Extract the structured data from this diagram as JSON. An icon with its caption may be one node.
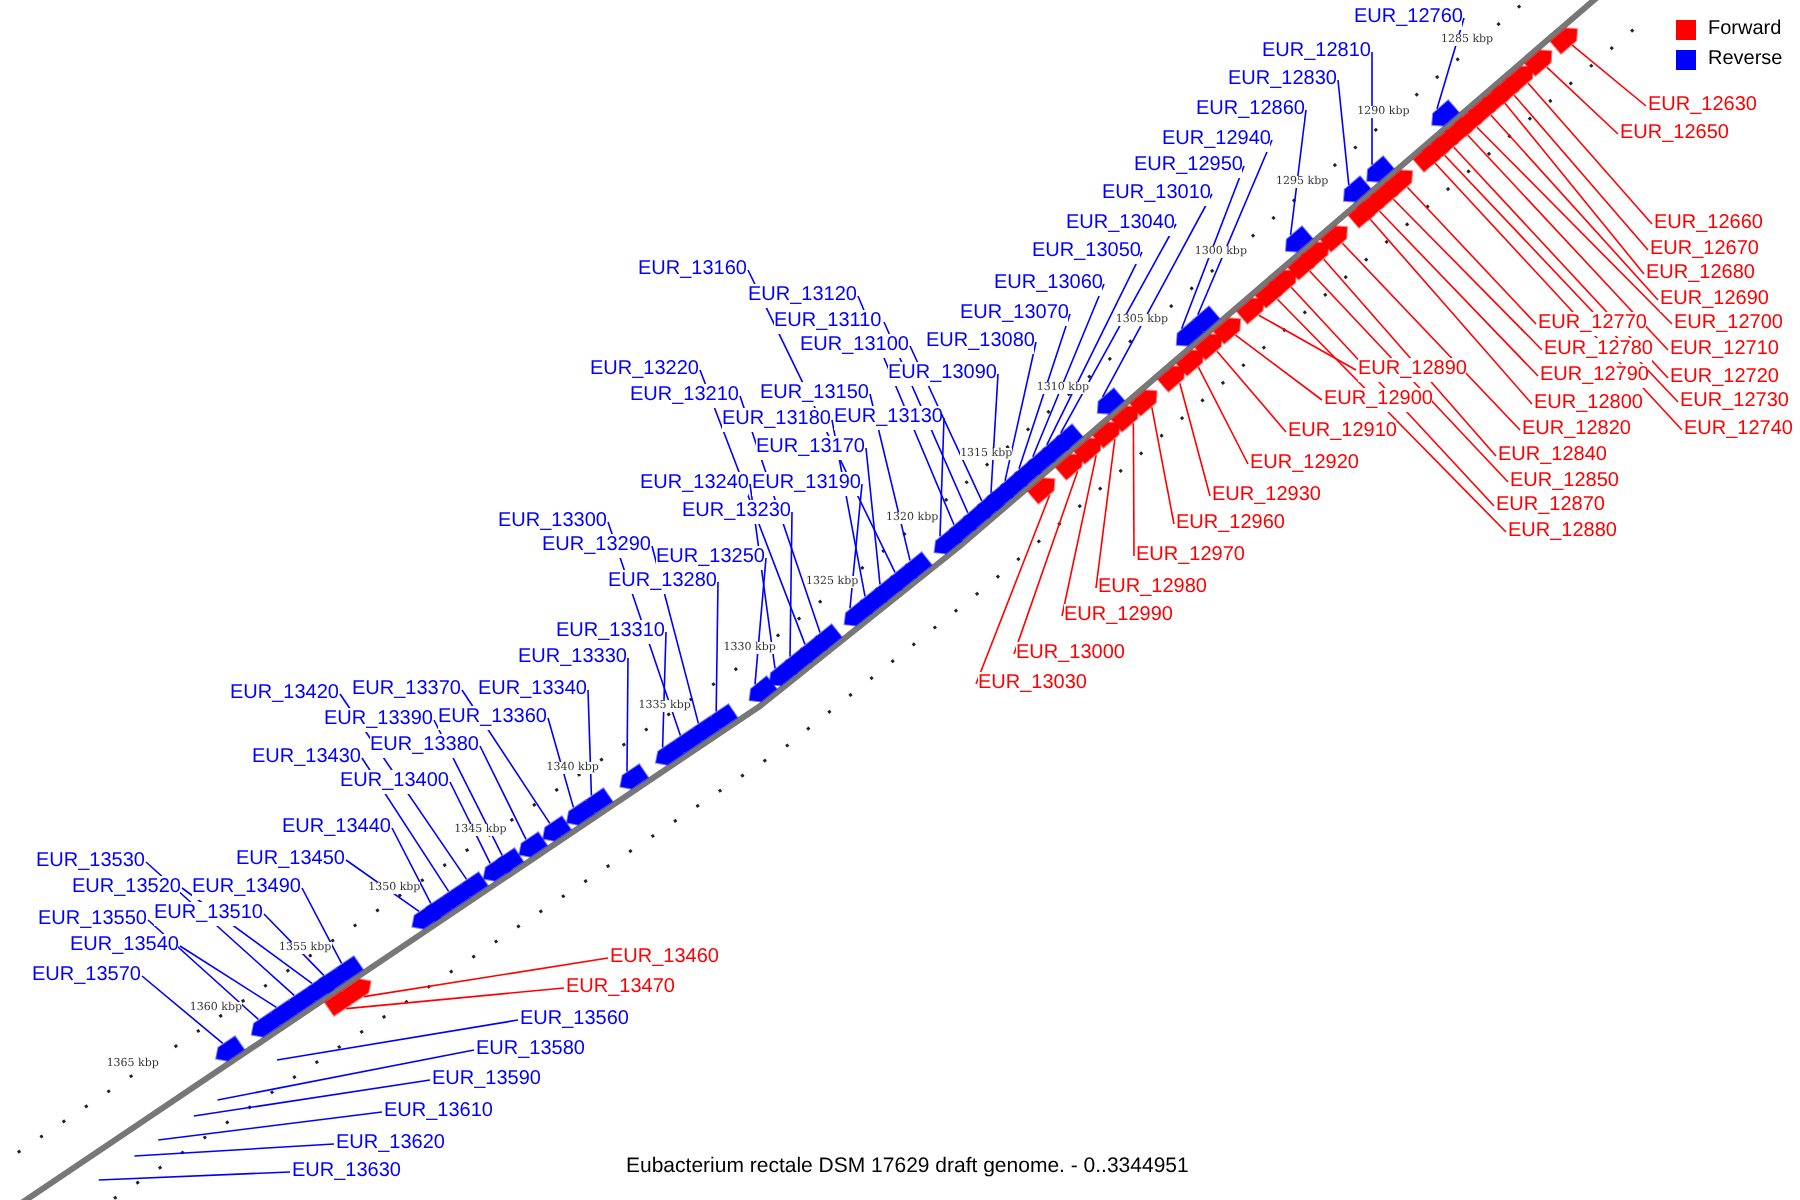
{
  "diagram": {
    "caption": "Eubacterium rectale DSM 17629 draft genome. - 0..3344951",
    "nodes": [
      {
        "text": [
          "EUR_12760"
        ]
      },
      {
        "text": [
          "EUR_12810"
        ]
      },
      {
        "text": [
          "EUR_12830"
        ]
      },
      {
        "text": [
          "EUR_12860"
        ]
      },
      {
        "text": [
          "EUR_12940"
        ]
      },
      {
        "text": [
          "EUR_12950"
        ]
      },
      {
        "text": [
          "EUR_13010"
        ]
      },
      {
        "text": [
          "EUR_13040"
        ]
      },
      {
        "text": [
          "EUR_13050"
        ]
      },
      {
        "text": [
          "EUR_13060"
        ]
      },
      {
        "text": [
          "EUR_13070"
        ]
      },
      {
        "text": [
          "EUR_13080"
        ]
      },
      {
        "text": [
          "EUR_13090"
        ]
      },
      {
        "text": [
          "EUR_13160"
        ]
      },
      {
        "text": [
          "EUR_13120"
        ]
      },
      {
        "text": [
          "EUR_13110"
        ]
      },
      {
        "text": [
          "EUR_13100"
        ]
      },
      {
        "text": [
          "EUR_13150"
        ]
      },
      {
        "text": [
          "EUR_13130"
        ]
      },
      {
        "text": [
          "EUR_13220"
        ]
      },
      {
        "text": [
          "EUR_13210"
        ]
      },
      {
        "text": [
          "EUR_13180"
        ]
      },
      {
        "text": [
          "EUR_13170"
        ]
      },
      {
        "text": [
          "EUR_13240"
        ]
      },
      {
        "text": [
          "EUR_13190"
        ]
      },
      {
        "text": [
          "EUR_13230"
        ]
      },
      {
        "text": [
          "EUR_13300"
        ]
      },
      {
        "text": [
          "EUR_13290"
        ]
      },
      {
        "text": [
          "EUR_13250"
        ]
      },
      {
        "text": [
          "EUR_13280"
        ]
      },
      {
        "text": [
          "EUR_13310"
        ]
      },
      {
        "text": [
          "EUR_13330"
        ]
      },
      {
        "text": [
          "EUR_13340"
        ]
      },
      {
        "text": [
          "EUR_13420"
        ]
      },
      {
        "text": [
          "EUR_13370"
        ]
      },
      {
        "text": [
          "EUR_13390"
        ]
      },
      {
        "text": [
          "EUR_13360"
        ]
      },
      {
        "text": [
          "EUR_13380"
        ]
      },
      {
        "text": [
          "EUR_13430"
        ]
      },
      {
        "text": [
          "EUR_13400"
        ]
      },
      {
        "text": [
          "EUR_13440"
        ]
      },
      {
        "text": [
          "EUR_13450"
        ]
      },
      {
        "text": [
          "EUR_13530"
        ]
      },
      {
        "text": [
          "EUR_13520"
        ]
      },
      {
        "text": [
          "EUR_13490"
        ]
      },
      {
        "text": [
          "EUR_13550"
        ]
      },
      {
        "text": [
          "EUR_13510"
        ]
      },
      {
        "text": [
          "EUR_13540"
        ]
      },
      {
        "text": [
          "EUR_13570"
        ]
      },
      {
        "text": [
          "EUR_13560"
        ]
      },
      {
        "text": [
          "EUR_13580"
        ]
      },
      {
        "text": [
          "EUR_13590"
        ]
      },
      {
        "text": [
          "EUR_13610"
        ]
      },
      {
        "text": [
          "EUR_13620"
        ]
      },
      {
        "text": [
          "EUR_13630"
        ]
      },
      {
        "text": [
          "EUR_12630"
        ]
      },
      {
        "text": [
          "EUR_12650"
        ]
      },
      {
        "text": [
          "EUR_12660"
        ]
      },
      {
        "text": [
          "EUR_12670"
        ]
      },
      {
        "text": [
          "EUR_12680"
        ]
      },
      {
        "text": [
          "EUR_12690"
        ]
      },
      {
        "text": [
          "EUR_12700"
        ]
      },
      {
        "text": [
          "EUR_12710"
        ]
      },
      {
        "text": [
          "EUR_12720"
        ]
      },
      {
        "text": [
          "EUR_12730"
        ]
      },
      {
        "text": [
          "EUR_12740"
        ]
      },
      {
        "text": [
          "EUR_12770"
        ]
      },
      {
        "text": [
          "EUR_12780"
        ]
      },
      {
        "text": [
          "EUR_12790"
        ]
      },
      {
        "text": [
          "EUR_12800"
        ]
      },
      {
        "text": [
          "EUR_12820"
        ]
      },
      {
        "text": [
          "EUR_12840"
        ]
      },
      {
        "text": [
          "EUR_12850"
        ]
      },
      {
        "text": [
          "EUR_12870"
        ]
      },
      {
        "text": [
          "EUR_12880"
        ]
      },
      {
        "text": [
          "EUR_12890"
        ]
      },
      {
        "text": [
          "EUR_12900"
        ]
      },
      {
        "text": [
          "EUR_12910"
        ]
      },
      {
        "text": [
          "EUR_12920"
        ]
      },
      {
        "text": [
          "EUR_12930"
        ]
      },
      {
        "text": [
          "EUR_12960"
        ]
      },
      {
        "text": [
          "EUR_12970"
        ]
      },
      {
        "text": [
          "EUR_12980"
        ]
      },
      {
        "text": [
          "EUR_12990"
        ]
      },
      {
        "text": [
          "EUR_13000"
        ]
      },
      {
        "text": [
          "EUR_13030"
        ]
      },
      {
        "text": [
          "EUR_13460"
        ]
      },
      {
        "text": [
          "EUR_13470"
        ]
      },
      {
        "text": [],
        "shape": "arrow"
      },
      {
        "text": [],
        "shape": "arrow"
      },
      {
        "text": [],
        "shape": "arrow"
      },
      {
        "text": [],
        "shape": "arrow"
      },
      {
        "text": [],
        "shape": "arrow"
      },
      {
        "text": [],
        "shape": "arrow"
      },
      {
        "text": [],
        "shape": "arrow"
      },
      {
        "text": [],
        "shape": "arrow"
      },
      {
        "text": [],
        "shape": "arrow"
      },
      {
        "text": [],
        "shape": "arrow"
      },
      {
        "text": [],
        "shape": "arrow"
      },
      {
        "text": [],
        "shape": "arrow"
      },
      {
        "text": [],
        "shape": "arrow"
      },
      {
        "text": [],
        "shape": "arrow"
      },
      {
        "text": [],
        "shape": "arrow"
      },
      {
        "text": [],
        "shape": "arrow"
      },
      {
        "text": [],
        "shape": "arrow"
      },
      {
        "text": [],
        "shape": "arrow"
      },
      {
        "text": [],
        "shape": "arrow"
      },
      {
        "text": [],
        "shape": "arrow"
      },
      {
        "text": [],
        "shape": "arrow"
      },
      {
        "text": [],
        "shape": "arrow"
      },
      {
        "text": [],
        "shape": "arrow"
      },
      {
        "text": [],
        "shape": "arrow"
      },
      {
        "text": [],
        "shape": "arrow"
      },
      {
        "text": [],
        "shape": "arrow"
      },
      {
        "text": [],
        "shape": "arrow"
      },
      {
        "text": [],
        "shape": "arrow"
      },
      {
        "text": [],
        "shape": "arrow"
      },
      {
        "text": [],
        "shape": "arrow"
      },
      {
        "text": [],
        "shape": "arrow"
      },
      {
        "text": [],
        "shape": "arrow"
      },
      {
        "text": [],
        "shape": "arrow"
      },
      {
        "text": [],
        "shape": "arrow"
      },
      {
        "text": [],
        "shape": "arrow"
      },
      {
        "text": [],
        "shape": "arrow"
      },
      {
        "text": [],
        "shape": "arrow"
      },
      {
        "text": [],
        "shape": "arrow"
      },
      {
        "text": [],
        "shape": "arrow"
      },
      {
        "text": [],
        "shape": "arrow"
      },
      {
        "text": [],
        "shape": "arrow"
      },
      {
        "text": [],
        "shape": "arrow"
      },
      {
        "text": [],
        "shape": "arrow"
      },
      {
        "text": [],
        "shape": "arrow"
      },
      {
        "text": [],
        "shape": "arrow"
      },
      {
        "text": [],
        "shape": "arrow"
      },
      {
        "text": [],
        "shape": "arrow"
      },
      {
        "text": [],
        "shape": "arrow"
      },
      {
        "text": [],
        "shape": "arrow"
      },
      {
        "text": [],
        "shape": "arrow"
      },
      {
        "text": [],
        "shape": "arrow"
      },
      {
        "text": [],
        "shape": "arrow"
      },
      {
        "text": [],
        "shape": "arrow"
      },
      {
        "text": [],
        "shape": "arrow"
      },
      {
        "text": [],
        "shape": "arrow"
      },
      {
        "text": [],
        "shape": "arrow"
      },
      {
        "text": [],
        "shape": "arrow"
      },
      {
        "text": [],
        "shape": "arrow"
      },
      {
        "text": [],
        "shape": "arrow"
      },
      {
        "text": [],
        "shape": "arrow"
      },
      {
        "text": [],
        "shape": "arrow"
      },
      {
        "text": [],
        "shape": "arrow"
      },
      {
        "text": [],
        "shape": "arrow"
      },
      {
        "text": [],
        "shape": "arrow"
      },
      {
        "text": [],
        "shape": "arrow"
      },
      {
        "text": [],
        "shape": "arrow"
      },
      {
        "text": [],
        "shape": "arrow"
      },
      {
        "text": [],
        "shape": "arrow"
      },
      {
        "text": [],
        "shape": "arrow"
      },
      {
        "text": [],
        "shape": "arrow"
      },
      {
        "text": [],
        "shape": "arrow"
      },
      {
        "text": [],
        "shape": "arrow"
      },
      {
        "text": [],
        "shape": "arrow"
      },
      {
        "text": [],
        "shape": "arrow"
      },
      {
        "text": [],
        "shape": "arrow"
      },
      {
        "text": [],
        "shape": "arrow"
      },
      {
        "text": [],
        "shape": "arrow"
      },
      {
        "text": [],
        "shape": "arrow"
      },
      {
        "text": [],
        "shape": "arrow"
      },
      {
        "text": [],
        "shape": "arrow"
      },
      {
        "text": [],
        "shape": "arrow"
      },
      {
        "text": [],
        "shape": "arrow"
      }
    ],
    "edges": [
      {
        "from": 0,
        "to": 88,
        "arrow": "none"
      },
      {
        "from": 1,
        "to": 89,
        "arrow": "none"
      },
      {
        "from": 2,
        "to": 90,
        "arrow": "none"
      },
      {
        "from": 3,
        "to": 91,
        "arrow": "none"
      },
      {
        "from": 4,
        "to": 92,
        "arrow": "none"
      },
      {
        "from": 5,
        "to": 93,
        "arrow": "none"
      },
      {
        "from": 6,
        "to": 94,
        "arrow": "none"
      },
      {
        "from": 7,
        "to": 95,
        "arrow": "none"
      },
      {
        "from": 8,
        "to": 96,
        "arrow": "none"
      },
      {
        "from": 9,
        "to": 97,
        "arrow": "none"
      },
      {
        "from": 10,
        "to": 98,
        "arrow": "none"
      },
      {
        "from": 11,
        "to": 99,
        "arrow": "none"
      },
      {
        "from": 12,
        "to": 100,
        "arrow": "none"
      },
      {
        "from": 13,
        "to": 101,
        "arrow": "none"
      },
      {
        "from": 14,
        "to": 102,
        "arrow": "none"
      },
      {
        "from": 15,
        "to": 103,
        "arrow": "none"
      },
      {
        "from": 16,
        "to": 104,
        "arrow": "none"
      },
      {
        "from": 17,
        "to": 105,
        "arrow": "none"
      },
      {
        "from": 18,
        "to": 106,
        "arrow": "none"
      },
      {
        "from": 19,
        "to": 107,
        "arrow": "none"
      },
      {
        "from": 20,
        "to": 108,
        "arrow": "none"
      },
      {
        "from": 21,
        "to": 109,
        "arrow": "none"
      },
      {
        "from": 22,
        "to": 110,
        "arrow": "none"
      },
      {
        "from": 23,
        "to": 111,
        "arrow": "none"
      },
      {
        "from": 24,
        "to": 112,
        "arrow": "none"
      },
      {
        "from": 25,
        "to": 113,
        "arrow": "none"
      },
      {
        "from": 26,
        "to": 114,
        "arrow": "none"
      },
      {
        "from": 27,
        "to": 115,
        "arrow": "none"
      },
      {
        "from": 28,
        "to": 116,
        "arrow": "none"
      },
      {
        "from": 29,
        "to": 117,
        "arrow": "none"
      },
      {
        "from": 30,
        "to": 118,
        "arrow": "none"
      },
      {
        "from": 31,
        "to": 119,
        "arrow": "none"
      },
      {
        "from": 32,
        "to": 120,
        "arrow": "none"
      },
      {
        "from": 33,
        "to": 121,
        "arrow": "none"
      },
      {
        "from": 34,
        "to": 122,
        "arrow": "none"
      },
      {
        "from": 35,
        "to": 123,
        "arrow": "none"
      },
      {
        "from": 36,
        "to": 124,
        "arrow": "none"
      },
      {
        "from": 37,
        "to": 125,
        "arrow": "none"
      },
      {
        "from": 38,
        "to": 126,
        "arrow": "none"
      },
      {
        "from": 39,
        "to": 127,
        "arrow": "none"
      },
      {
        "from": 40,
        "to": 128,
        "arrow": "none"
      },
      {
        "from": 41,
        "to": 129,
        "arrow": "none"
      },
      {
        "from": 42,
        "to": 130,
        "arrow": "none"
      },
      {
        "from": 43,
        "to": 131,
        "arrow": "none"
      },
      {
        "from": 44,
        "to": 132,
        "arrow": "none"
      },
      {
        "from": 45,
        "to": 133,
        "arrow": "none"
      },
      {
        "from": 46,
        "to": 134,
        "arrow": "none"
      },
      {
        "from": 47,
        "to": 135,
        "arrow": "none"
      },
      {
        "from": 48,
        "to": 136,
        "arrow": "none"
      },
      {
        "from": 49,
        "to": null,
        "arrow": "none"
      },
      {
        "from": 50,
        "to": null,
        "arrow": "none"
      },
      {
        "from": 51,
        "to": null,
        "arrow": "none"
      },
      {
        "from": 52,
        "to": null,
        "arrow": "none"
      },
      {
        "from": 53,
        "to": null,
        "arrow": "none"
      },
      {
        "from": 54,
        "to": null,
        "arrow": "none"
      },
      {
        "from": 55,
        "to": 137,
        "arrow": "none",
        "color": "#ff0000"
      },
      {
        "from": 56,
        "to": 138,
        "arrow": "none",
        "color": "#ff0000"
      },
      {
        "from": 57,
        "to": 139,
        "arrow": "none",
        "color": "#ff0000"
      },
      {
        "from": 58,
        "to": 140,
        "arrow": "none",
        "color": "#ff0000"
      },
      {
        "from": 59,
        "to": 141,
        "arrow": "none",
        "color": "#ff0000"
      },
      {
        "from": 60,
        "to": 142,
        "arrow": "none",
        "color": "#ff0000"
      },
      {
        "from": 61,
        "to": 143,
        "arrow": "none",
        "color": "#ff0000"
      },
      {
        "from": 62,
        "to": 144,
        "arrow": "none",
        "color": "#ff0000"
      },
      {
        "from": 63,
        "to": 145,
        "arrow": "none",
        "color": "#ff0000"
      },
      {
        "from": 64,
        "to": 146,
        "arrow": "none",
        "color": "#ff0000"
      },
      {
        "from": 65,
        "to": 147,
        "arrow": "none",
        "color": "#ff0000"
      },
      {
        "from": 66,
        "to": 148,
        "arrow": "none",
        "color": "#ff0000"
      },
      {
        "from": 67,
        "to": 149,
        "arrow": "none",
        "color": "#ff0000"
      },
      {
        "from": 68,
        "to": 150,
        "arrow": "none",
        "color": "#ff0000"
      },
      {
        "from": 69,
        "to": 151,
        "arrow": "none",
        "color": "#ff0000"
      },
      {
        "from": 70,
        "to": 152,
        "arrow": "none",
        "color": "#ff0000"
      },
      {
        "from": 71,
        "to": 153,
        "arrow": "none",
        "color": "#ff0000"
      },
      {
        "from": 72,
        "to": 154,
        "arrow": "none",
        "color": "#ff0000"
      },
      {
        "from": 73,
        "to": 155,
        "arrow": "none",
        "color": "#ff0000"
      },
      {
        "from": 74,
        "to": 156,
        "arrow": "none",
        "color": "#ff0000"
      },
      {
        "from": 75,
        "to": 157,
        "arrow": "none",
        "color": "#ff0000"
      },
      {
        "from": 76,
        "to": 158,
        "arrow": "none",
        "color": "#ff0000"
      },
      {
        "from": 77,
        "to": 159,
        "arrow": "none",
        "color": "#ff0000"
      },
      {
        "from": 78,
        "to": 160,
        "arrow": "none",
        "color": "#ff0000"
      },
      {
        "from": 79,
        "to": 161,
        "arrow": "none",
        "color": "#ff0000"
      },
      {
        "from": 80,
        "to": 162,
        "arrow": "none",
        "color": "#ff0000"
      },
      {
        "from": 81,
        "to": 163,
        "arrow": "none",
        "color": "#ff0000"
      },
      {
        "from": 82,
        "to": 164,
        "arrow": "none",
        "color": "#ff0000"
      },
      {
        "from": 83,
        "to": 165,
        "arrow": "none",
        "color": "#ff0000"
      },
      {
        "from": 84,
        "to": 166,
        "arrow": "none",
        "color": "#ff0000"
      },
      {
        "from": 85,
        "to": 167,
        "arrow": "none",
        "color": "#ff0000"
      },
      {
        "from": 86,
        "to": 168,
        "arrow": "none",
        "color": "#ff0000"
      },
      {
        "from": 87,
        "to": 169,
        "arrow": "none",
        "color": "#ff0000"
      }
    ],
    "labels": [
      "1285 kbp",
      "1290 kbp",
      "1295 kbp",
      "1300 kbp",
      "1305 kbp",
      "1310 kbp",
      "1315 kbp",
      "1320 kbp",
      "1325 kbp",
      "1330 kbp",
      "1335 kbp",
      "1340 kbp",
      "1345 kbp",
      "1350 kbp",
      "1355 kbp",
      "1360 kbp",
      "1365 kbp"
    ],
    "legend": [
      {
        "text": "Forward",
        "color": "#ff0000"
      },
      {
        "text": "Reverse",
        "color": "#0000ff"
      }
    ]
  }
}
